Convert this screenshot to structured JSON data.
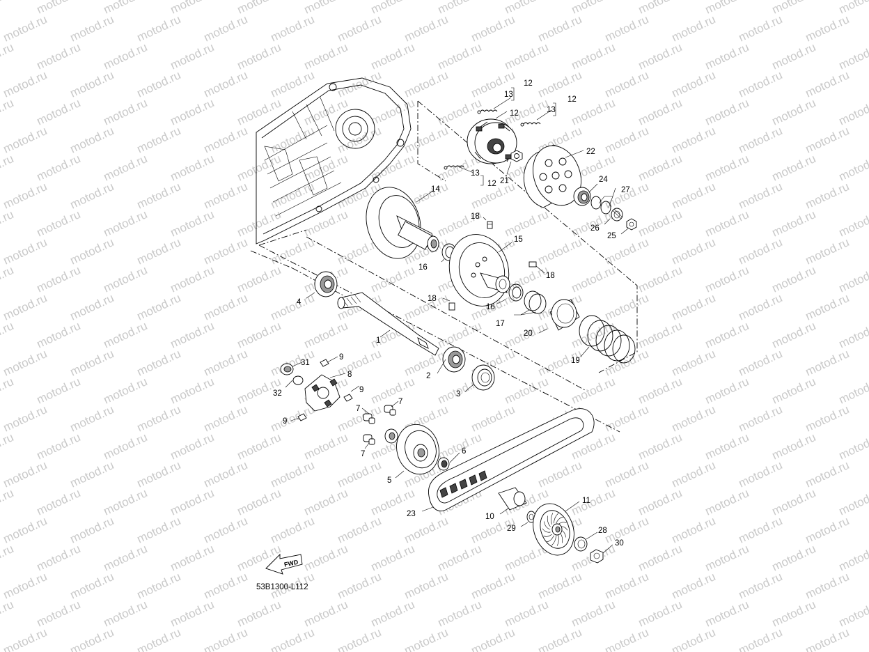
{
  "watermark": {
    "text": "motod.ru"
  },
  "diagram": {
    "code": "53B1300-L112",
    "fwd_label": "FWD"
  },
  "callouts": [
    {
      "id": "c-12a",
      "label": "12"
    },
    {
      "id": "c-13a",
      "label": "13"
    },
    {
      "id": "c-12b",
      "label": "12"
    },
    {
      "id": "c-13b",
      "label": "13"
    },
    {
      "id": "c-12c",
      "label": "12"
    },
    {
      "id": "c-13c",
      "label": "13"
    },
    {
      "id": "c-12d",
      "label": "12"
    },
    {
      "id": "c-21",
      "label": "21"
    },
    {
      "id": "c-22",
      "label": "22"
    },
    {
      "id": "c-24",
      "label": "24"
    },
    {
      "id": "c-27",
      "label": "27"
    },
    {
      "id": "c-26",
      "label": "26"
    },
    {
      "id": "c-25",
      "label": "25"
    },
    {
      "id": "c-14",
      "label": "14"
    },
    {
      "id": "c-18a",
      "label": "18"
    },
    {
      "id": "c-15",
      "label": "15"
    },
    {
      "id": "c-18b",
      "label": "18"
    },
    {
      "id": "c-16a",
      "label": "16"
    },
    {
      "id": "c-18c",
      "label": "18"
    },
    {
      "id": "c-16b",
      "label": "16"
    },
    {
      "id": "c-17",
      "label": "17"
    },
    {
      "id": "c-20",
      "label": "20"
    },
    {
      "id": "c-19",
      "label": "19"
    },
    {
      "id": "c-4",
      "label": "4"
    },
    {
      "id": "c-1",
      "label": "1"
    },
    {
      "id": "c-31",
      "label": "31"
    },
    {
      "id": "c-9a",
      "label": "9"
    },
    {
      "id": "c-8",
      "label": "8"
    },
    {
      "id": "c-9b",
      "label": "9"
    },
    {
      "id": "c-32",
      "label": "32"
    },
    {
      "id": "c-7a",
      "label": "7"
    },
    {
      "id": "c-7b",
      "label": "7"
    },
    {
      "id": "c-9c",
      "label": "9"
    },
    {
      "id": "c-7c",
      "label": "7"
    },
    {
      "id": "c-2",
      "label": "2"
    },
    {
      "id": "c-3",
      "label": "3"
    },
    {
      "id": "c-6",
      "label": "6"
    },
    {
      "id": "c-5",
      "label": "5"
    },
    {
      "id": "c-23",
      "label": "23"
    },
    {
      "id": "c-10",
      "label": "10"
    },
    {
      "id": "c-11",
      "label": "11"
    },
    {
      "id": "c-29",
      "label": "29"
    },
    {
      "id": "c-28",
      "label": "28"
    },
    {
      "id": "c-30",
      "label": "30"
    }
  ]
}
